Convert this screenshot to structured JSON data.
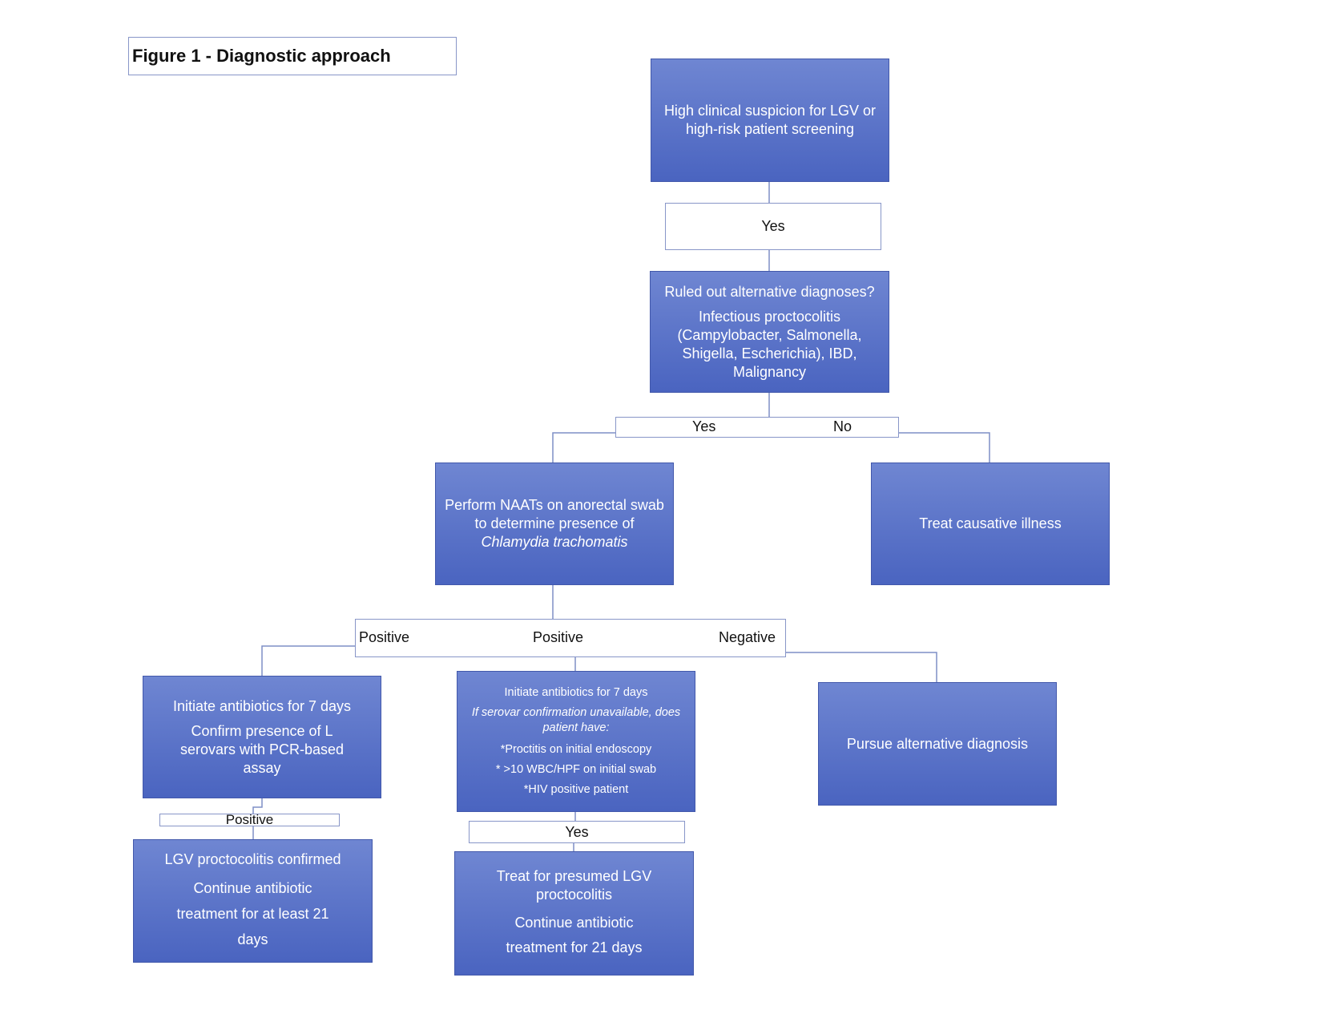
{
  "title": "Figure 1 - Diagnostic approach",
  "nodes": {
    "start": "High clinical suspicion for LGV or high-risk patient screening",
    "ruled_out_q": "Ruled out alternative diagnoses?",
    "ruled_out_detail": "Infectious proctocolitis (Campylobacter, Salmonella, Shigella, Escherichia), IBD, Malignancy",
    "naat_line1": "Perform NAATs on anorectal swab to determine presence of",
    "naat_organism": "Chlamydia trachomatis",
    "treat_causative": "Treat causative illness",
    "left_abx": "Initiate antibiotics for 7 days",
    "left_confirm": "Confirm presence of L serovars with PCR-based assay",
    "mid_abx": "Initiate antibiotics for 7 days",
    "mid_question": "If serovar confirmation unavailable, does patient have:",
    "mid_criteria": [
      "*Proctitis on initial endoscopy",
      "* >10 WBC/HPF on initial swab",
      "*HIV positive patient"
    ],
    "pursue_alt": "Pursue alternative diagnosis",
    "lgv_confirmed": "LGV proctocolitis confirmed",
    "lgv_confirmed_tx": "Continue antibiotic treatment for at least 21 days",
    "presumed": "Treat for presumed LGV proctocolitis",
    "presumed_tx": "Continue antibiotic treatment for 21 days"
  },
  "labels": {
    "yes_1": "Yes",
    "yes_2": "Yes",
    "no_1": "No",
    "positive_left": "Positive",
    "positive_mid": "Positive",
    "negative": "Negative",
    "positive_lower": "Positive",
    "yes_lower": "Yes"
  },
  "colors": {
    "node_fill_top": "#6f86d2",
    "node_fill_bottom": "#4a64c0",
    "connector": "#7f8fc6"
  }
}
